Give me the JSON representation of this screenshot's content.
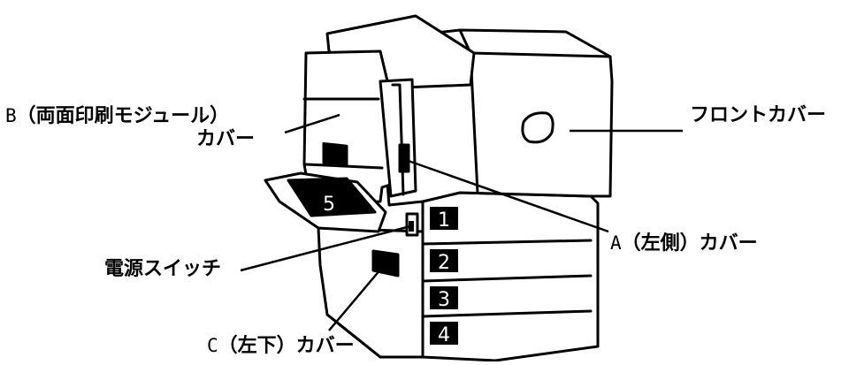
{
  "labels": {
    "b_cover": {
      "prefix": "B",
      "text": "（両面印刷モジュール）",
      "line2": "カバー"
    },
    "front_cover": {
      "text": "フロントカバー"
    },
    "a_cover": {
      "prefix": "A",
      "text": "（左側）カバー"
    },
    "power_switch": {
      "text": "電源スイッチ"
    },
    "c_cover": {
      "prefix": "C",
      "text": "（左下）カバー"
    }
  },
  "trays": [
    "1",
    "2",
    "3",
    "4"
  ],
  "bypass_tray": "5",
  "colors": {
    "line": "#000000",
    "fill": "#ffffff",
    "tray_badge": "#000000"
  }
}
